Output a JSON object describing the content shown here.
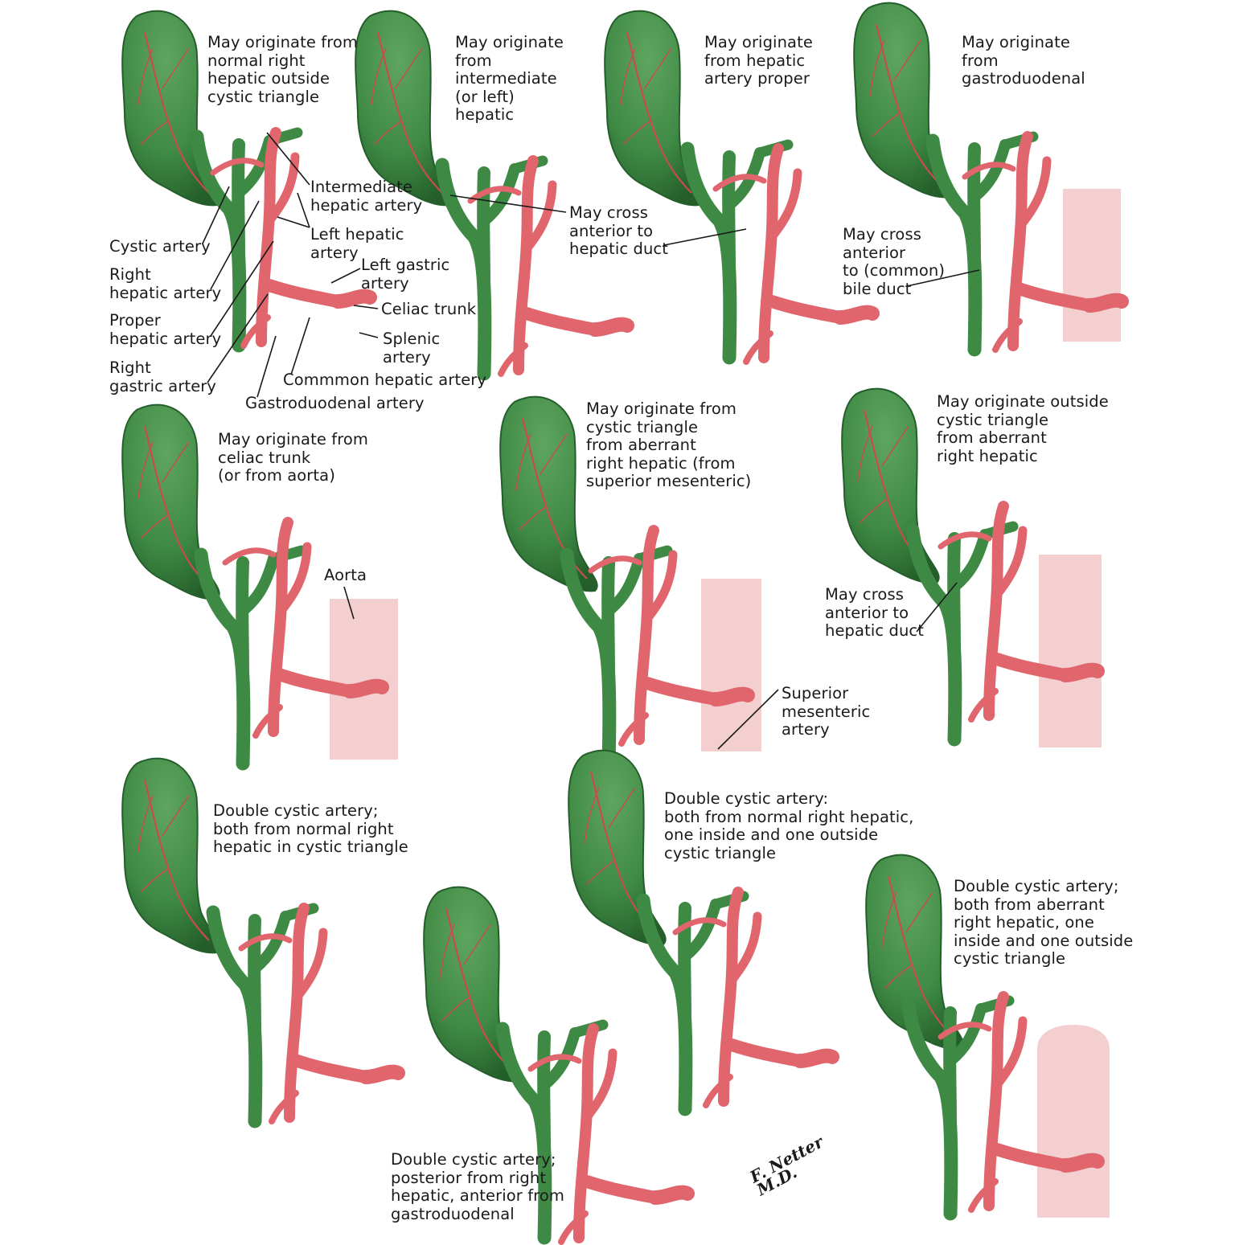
{
  "panels": [
    {
      "caption": "May originate from\nnormal right\nhepatic outside\ncystic triangle",
      "labels": {
        "intermediate_hepatic": "Intermediate\nhepatic artery",
        "left_hepatic": "Left hepatic\nartery",
        "left_gastric": "Left gastric\nartery",
        "celiac_trunk": "Celiac trunk",
        "splenic": "Splenic\nartery",
        "common_hepatic": "Commmon hepatic artery",
        "gastroduodenal": "Gastroduodenal artery",
        "cystic": "Cystic artery",
        "right_hepatic": "Right\nhepatic artery",
        "proper_hepatic": "Proper\nhepatic artery",
        "right_gastric": "Right\ngastric artery"
      }
    },
    {
      "caption": "May originate\nfrom\nintermediate\n(or left)\nhepatic"
    },
    {
      "caption": "May originate\nfrom hepatic\nartery proper",
      "note": "May cross\nanterior to\nhepatic duct"
    },
    {
      "caption": "May originate\nfrom\ngastroduodenal",
      "note": "May cross\nanterior\nto (common)\nbile duct"
    },
    {
      "caption": "May originate from\nceliac trunk\n(or from aorta)",
      "label": "Aorta"
    },
    {
      "caption": "May originate from\ncystic triangle\nfrom aberrant\nright hepatic (from\nsuperior mesenteric)",
      "label": "Superior\nmesenteric\nartery"
    },
    {
      "caption": "May originate outside\ncystic triangle\nfrom aberrant\nright hepatic",
      "note": "May cross\nanterior to\nhepatic duct"
    },
    {
      "caption": "Double cystic artery;\nboth from normal right\nhepatic in cystic triangle"
    },
    {
      "caption": "Double cystic artery:\nboth from normal right hepatic,\none inside and one outside\ncystic triangle"
    },
    {
      "caption": "Double cystic artery;\nposterior from right\nhepatic, anterior from\ngastroduodenal"
    },
    {
      "caption": "Double cystic artery;\nboth from aberrant\nright hepatic, one\ninside and one outside\ncystic triangle"
    }
  ],
  "signature": "F. Netter\nM.D.",
  "colors": {
    "gallbladder": "#3f8a45",
    "gallbladder_dark": "#245e2a",
    "duct": "#3e8a45",
    "artery": "#e0656c",
    "artery_dark": "#b8383f",
    "aorta_bg": "#f3cfd0",
    "nerve": "#e2a16a"
  }
}
